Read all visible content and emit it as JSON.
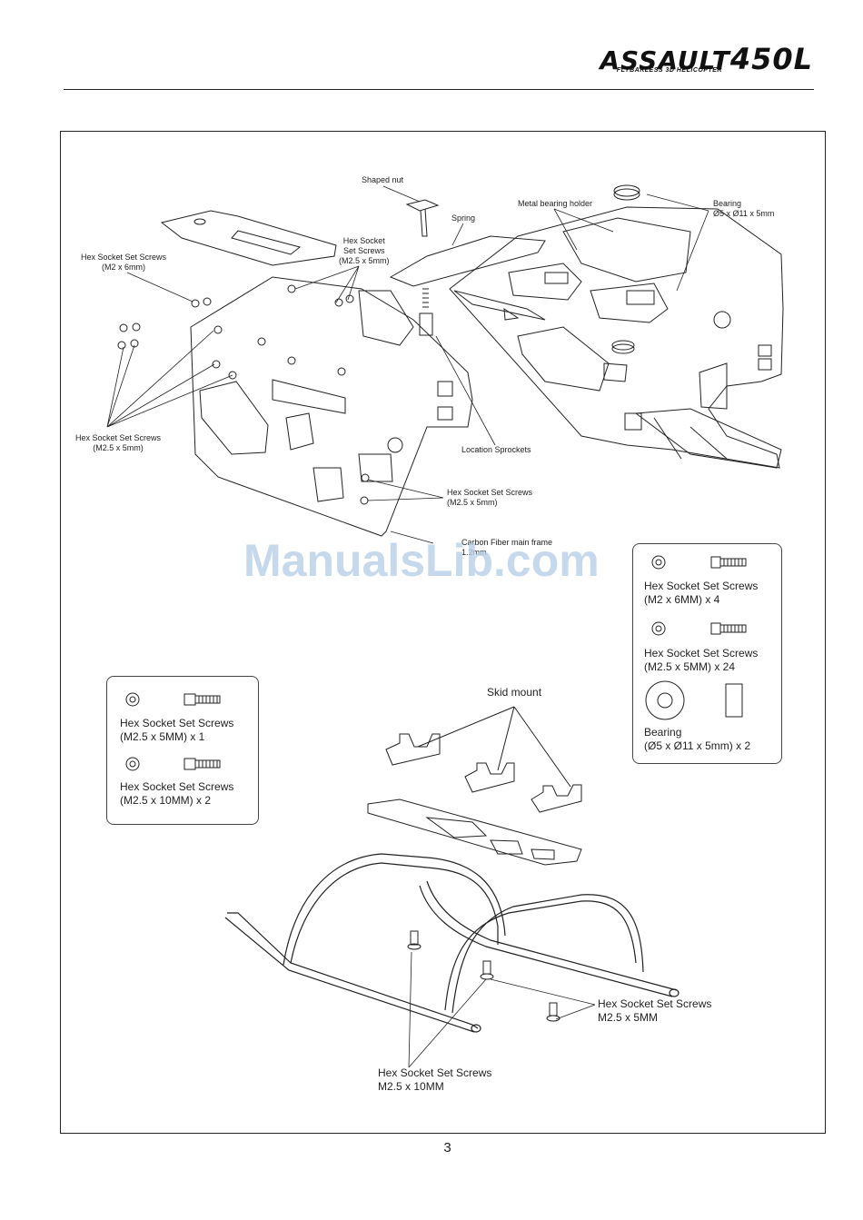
{
  "header": {
    "brand_title": "ASSAULT",
    "brand_model": "450L",
    "brand_subtitle": "FLYBARLESS 3D HELICOPTER"
  },
  "frame_labels": {
    "shaped_nut": "Shaped nut",
    "spring": "Spring",
    "metal_bearing_holder": "Metal bearing holder",
    "bearing_name": "Bearing",
    "bearing_size": "Ø5 x Ø11 x 5mm",
    "hex_m2_6_name": "Hex Socket Set Screws",
    "hex_m2_6_size": "(M2 x 6mm)",
    "hex_top_line1": "Hex Socket",
    "hex_top_line2": "Set Screws",
    "hex_top_size": "(M2.5 x 5mm)",
    "hex_left_name": "Hex Socket Set Screws",
    "hex_left_size": "(M2.5 x 5mm)",
    "location_sprockets": "Location Sprockets",
    "hex_mid_name": "Hex Socket Set Screws",
    "hex_mid_size": "(M2.5 x 5mm)",
    "carbon_frame_line1": "Carbon Fiber main frame",
    "carbon_frame_line2": "1.2mm"
  },
  "frame_parts_box": {
    "item1_name": "Hex Socket Set Screws",
    "item1_qty": "(M2 x 6MM) x 4",
    "item2_name": "Hex Socket Set Screws",
    "item2_qty": "(M2.5 x 5MM) x 24",
    "item3_name": "Bearing",
    "item3_qty": "(Ø5 x Ø11 x 5mm) x 2"
  },
  "skid_parts_box": {
    "item1_name": "Hex Socket Set Screws",
    "item1_qty": "(M2.5 x 5MM) x 1",
    "item2_name": "Hex Socket Set Screws",
    "item2_qty": "(M2.5 x 10MM) x 2"
  },
  "skid_labels": {
    "skid_mount": "Skid mount",
    "hex_5mm_name": "Hex Socket Set Screws",
    "hex_5mm_size": "M2.5 x 5MM",
    "hex_10mm_name": "Hex Socket Set Screws",
    "hex_10mm_size": "M2.5 x 10MM"
  },
  "watermark": "ManualsLib.com",
  "page_number": "3"
}
